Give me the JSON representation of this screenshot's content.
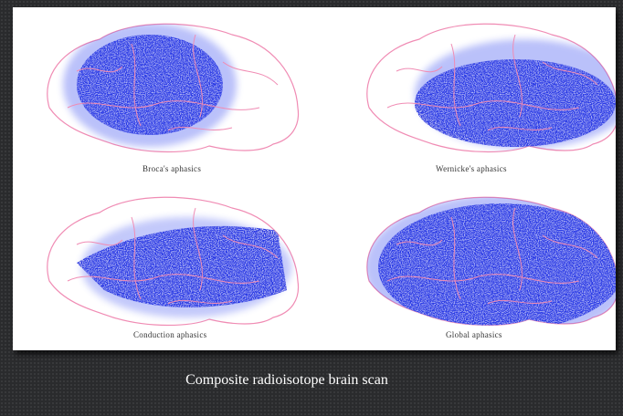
{
  "figure": {
    "panels": [
      {
        "label": "Broca's aphasics"
      },
      {
        "label": "Wernicke's aphasics"
      },
      {
        "label": "Conduction aphasics"
      },
      {
        "label": "Global aphasics"
      }
    ]
  },
  "caption": "Composite radioisotope brain scan",
  "colors": {
    "background": "#2a2b2d",
    "brain_outline": "#f08cb4",
    "lesion_fill": "#2233e0",
    "paper": "#ffffff",
    "caption_text": "#ffffff"
  }
}
